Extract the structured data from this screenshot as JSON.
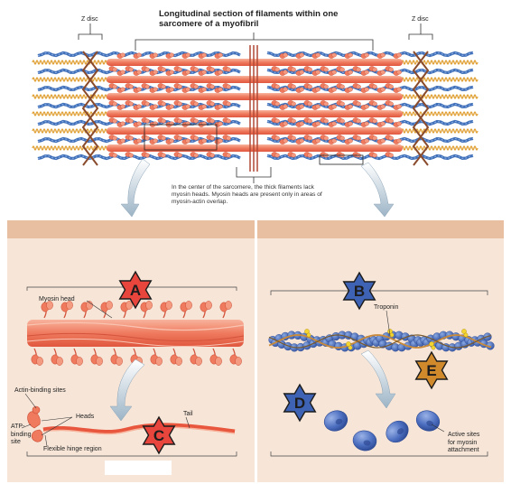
{
  "top": {
    "title": "Longitudinal section of filaments within one sarcomere of a myofibril",
    "z_disc_left": "Z disc",
    "z_disc_right": "Z disc",
    "center_note": "In the center of the sarcomere, the thick filaments lack myosin heads. Myosin heads are present only in areas of myosin-actin overlap."
  },
  "left_panel": {
    "myosin_head": "Myosin head",
    "actin_binding_sites": "Actin-binding sites",
    "heads": "Heads",
    "tail": "Tail",
    "atp_binding_site": "ATP-\nbinding\nsite",
    "flexible_hinge": "Flexible hinge region"
  },
  "right_panel": {
    "troponin": "Troponin",
    "active_sites": "Active sites\nfor myosin\nattachment"
  },
  "stars": [
    {
      "letter": "A",
      "fill": "#e8453c"
    },
    {
      "letter": "B",
      "fill": "#3f63b4"
    },
    {
      "letter": "C",
      "fill": "#e8453c"
    },
    {
      "letter": "D",
      "fill": "#3f63b4"
    },
    {
      "letter": "E",
      "fill": "#d08a2c"
    }
  ],
  "colors": {
    "panel_header": "#e8bfa0",
    "panel_bg": "#f7e6d8",
    "thick_filament": "#f08a6e",
    "actin": "#3f6fb8",
    "tropomyosin": "#c98a3a"
  }
}
